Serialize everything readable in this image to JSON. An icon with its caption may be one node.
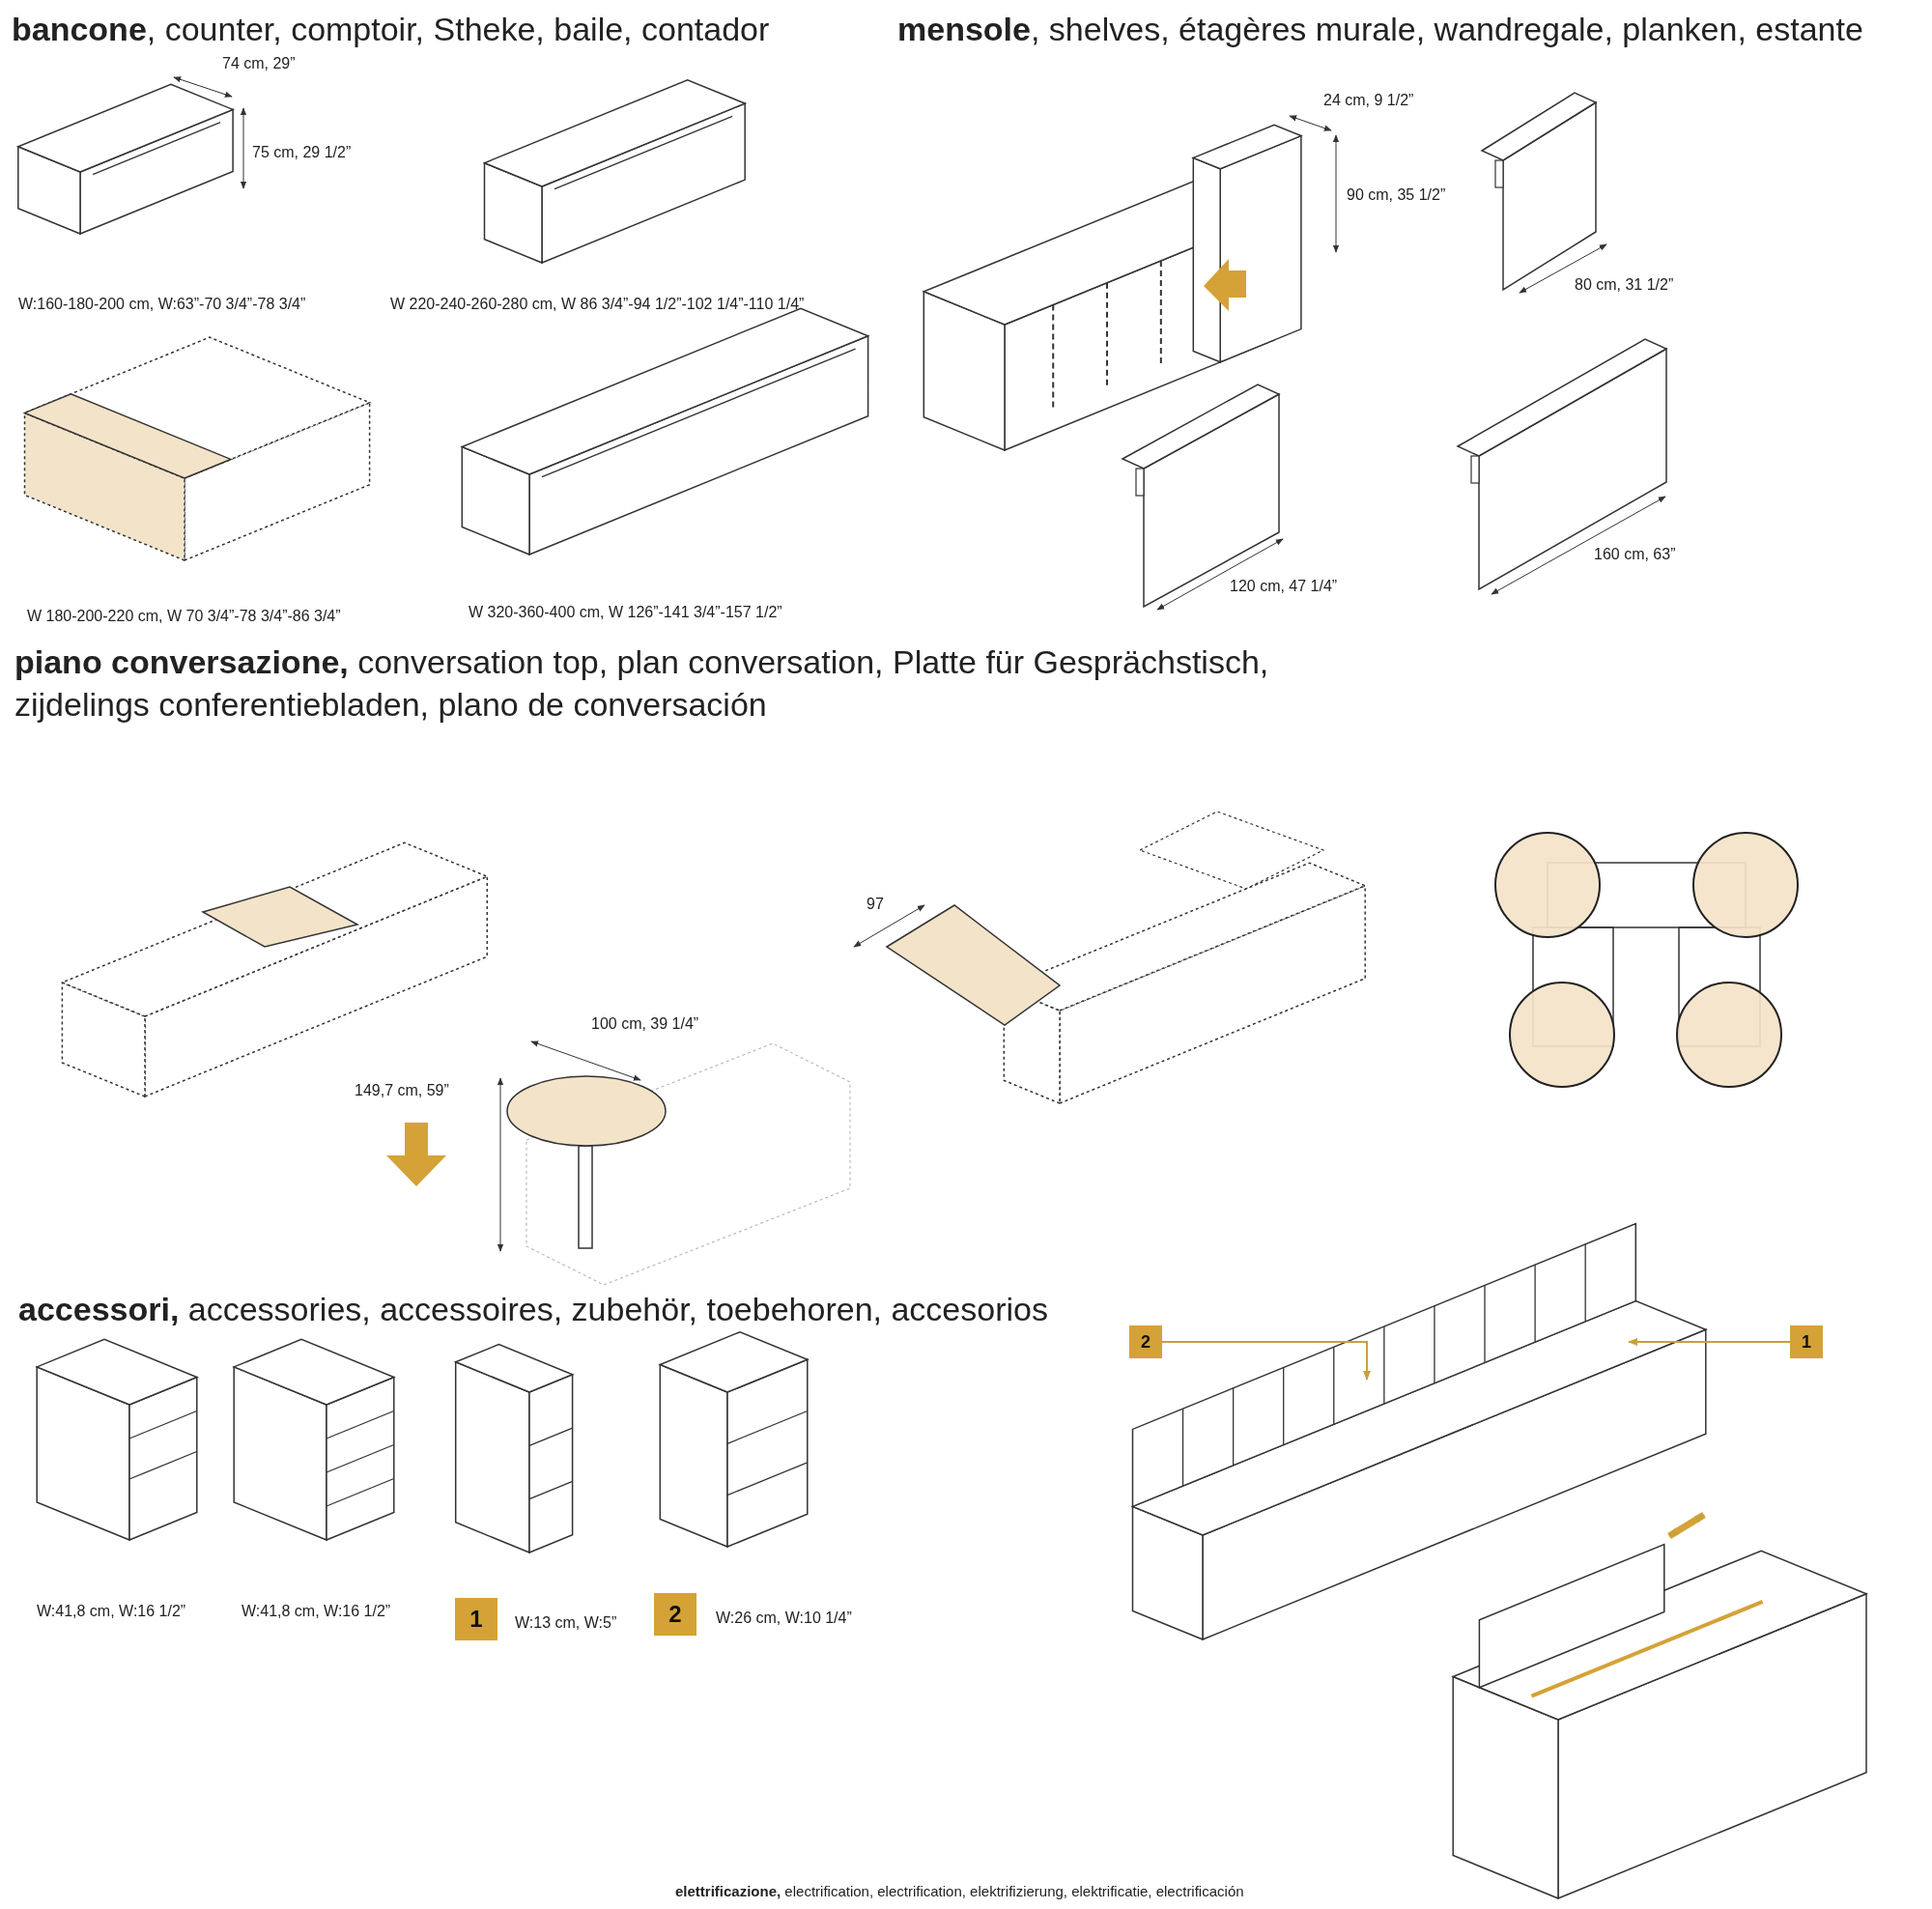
{
  "diagram": {
    "nodes": [
      {
        "text": [
          "2"
        ]
      },
      {
        "text": [
          "1"
        ]
      }
    ],
    "edges": [
      {
        "from": 0,
        "to": null,
        "arrow": "to"
      },
      {
        "from": 1,
        "to": null,
        "arrow": "to"
      }
    ],
    "labels": [
      "**bancone**, counter, comptoir, Stheke, baile, contador",
      "**mensole**, shelves, étagères murale, wandregale, planken, estante",
      "74 cm, 29”",
      "75 cm, 29 1/2”",
      "24 cm, 9 1/2”",
      "90 cm, 35 1/2”",
      "80 cm, 31 1/2”",
      "W:160-180-200 cm, W:63”-70 3/4”-78 3/4”",
      "W 220-240-260-280 cm, W 86 3/4”-94 1/2”-102 1/4”-110 1/4”",
      "120 cm, 47 1/4”",
      "160 cm, 63”",
      "W 180-200-220 cm, W 70 3/4”-78 3/4”-86 3/4”",
      "W 320-360-400 cm, W 126”-141 3/4”-157 1/2”",
      "**piano conversazione,** conversation top, plan conversation, Platte für Gesprächstisch, zijdelings conferentiebladen, plano de conversación",
      "97",
      "100 cm, 39 1/4”",
      "149,7 cm, 59”",
      "**accessori,** accessories, accessoires, zubehör, toebehoren, accesorios",
      "W:41,8 cm, W:16 1/2”",
      "W:41,8 cm, W:16 1/2”",
      "1",
      "W:13 cm, W:5”",
      "2",
      "W:26 cm, W:10 1/4”",
      "**elettrificazione,** electrification, electrification, elektrifizierung, elektrificatie, electrificación"
    ]
  }
}
